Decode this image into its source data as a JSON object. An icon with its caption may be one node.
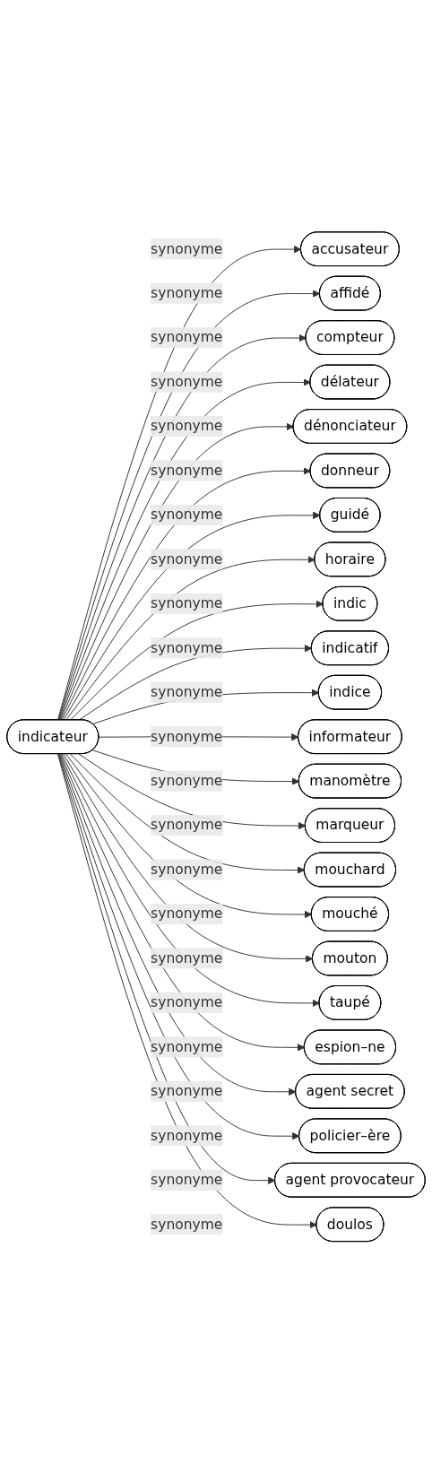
{
  "diagram": {
    "nodes": [
      {
        "text": [
          "indicateur"
        ]
      },
      {
        "text": [
          "accusateur"
        ]
      },
      {
        "text": [
          "affidé"
        ]
      },
      {
        "text": [
          "compteur"
        ]
      },
      {
        "text": [
          "délateur"
        ]
      },
      {
        "text": [
          "dénonciateur"
        ]
      },
      {
        "text": [
          "donneur"
        ]
      },
      {
        "text": [
          "guidé"
        ]
      },
      {
        "text": [
          "horaire"
        ]
      },
      {
        "text": [
          "indic"
        ]
      },
      {
        "text": [
          "indicatif"
        ]
      },
      {
        "text": [
          "indice"
        ]
      },
      {
        "text": [
          "informateur"
        ]
      },
      {
        "text": [
          "manomètre"
        ]
      },
      {
        "text": [
          "marqueur"
        ]
      },
      {
        "text": [
          "mouchard"
        ]
      },
      {
        "text": [
          "mouché"
        ]
      },
      {
        "text": [
          "mouton"
        ]
      },
      {
        "text": [
          "taupé"
        ]
      },
      {
        "text": [
          "espion–ne"
        ]
      },
      {
        "text": [
          "agent secret"
        ]
      },
      {
        "text": [
          "policier–ère"
        ]
      },
      {
        "text": [
          "agent provocateur"
        ]
      },
      {
        "text": [
          "doulos"
        ]
      }
    ],
    "edges": [
      {
        "from": 0,
        "to": 1,
        "arrow": "to",
        "label": "synonyme"
      },
      {
        "from": 0,
        "to": 2,
        "arrow": "to",
        "label": "synonyme"
      },
      {
        "from": 0,
        "to": 3,
        "arrow": "to",
        "label": "synonyme"
      },
      {
        "from": 0,
        "to": 4,
        "arrow": "to",
        "label": "synonyme"
      },
      {
        "from": 0,
        "to": 5,
        "arrow": "to",
        "label": "synonyme"
      },
      {
        "from": 0,
        "to": 6,
        "arrow": "to",
        "label": "synonyme"
      },
      {
        "from": 0,
        "to": 7,
        "arrow": "to",
        "label": "synonyme"
      },
      {
        "from": 0,
        "to": 8,
        "arrow": "to",
        "label": "synonyme"
      },
      {
        "from": 0,
        "to": 9,
        "arrow": "to",
        "label": "synonyme"
      },
      {
        "from": 0,
        "to": 10,
        "arrow": "to",
        "label": "synonyme"
      },
      {
        "from": 0,
        "to": 11,
        "arrow": "to",
        "label": "synonyme"
      },
      {
        "from": 0,
        "to": 12,
        "arrow": "to",
        "label": "synonyme"
      },
      {
        "from": 0,
        "to": 13,
        "arrow": "to",
        "label": "synonyme"
      },
      {
        "from": 0,
        "to": 14,
        "arrow": "to",
        "label": "synonyme"
      },
      {
        "from": 0,
        "to": 15,
        "arrow": "to",
        "label": "synonyme"
      },
      {
        "from": 0,
        "to": 16,
        "arrow": "to",
        "label": "synonyme"
      },
      {
        "from": 0,
        "to": 17,
        "arrow": "to",
        "label": "synonyme"
      },
      {
        "from": 0,
        "to": 18,
        "arrow": "to",
        "label": "synonyme"
      },
      {
        "from": 0,
        "to": 19,
        "arrow": "to",
        "label": "synonyme"
      },
      {
        "from": 0,
        "to": 20,
        "arrow": "to",
        "label": "synonyme"
      },
      {
        "from": 0,
        "to": 21,
        "arrow": "to",
        "label": "synonyme"
      },
      {
        "from": 0,
        "to": 22,
        "arrow": "to",
        "label": "synonyme"
      },
      {
        "from": 0,
        "to": 23,
        "arrow": "to",
        "label": "synonyme"
      }
    ]
  }
}
